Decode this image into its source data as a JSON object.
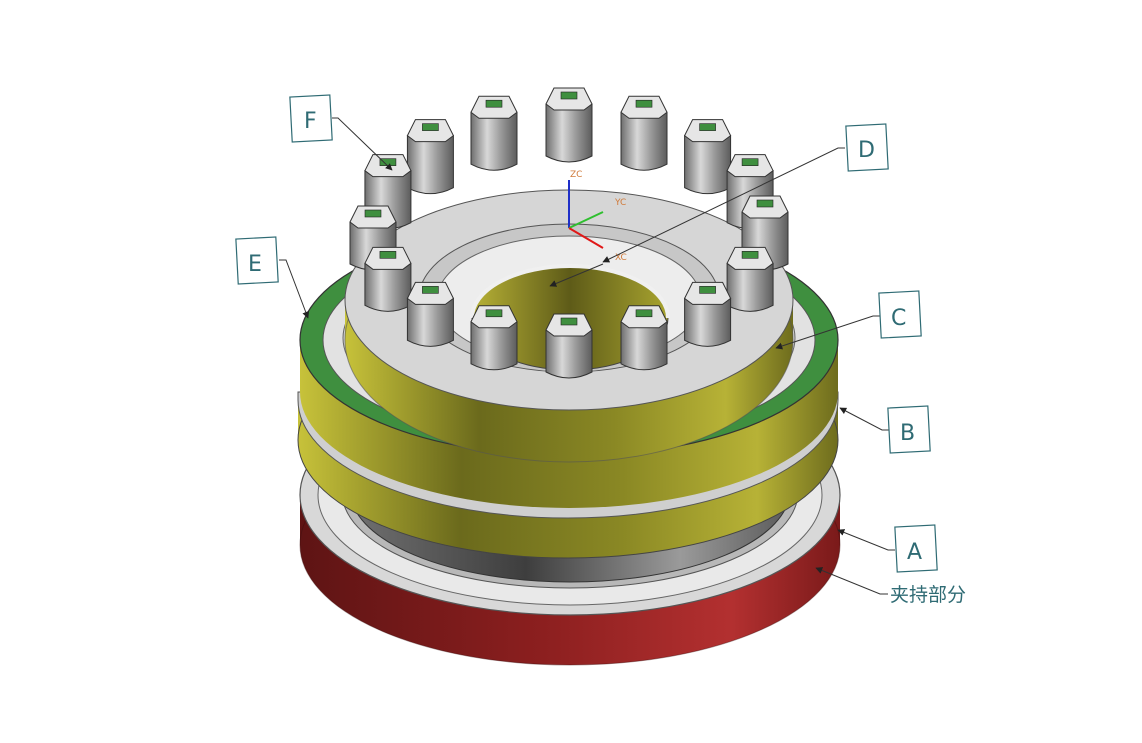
{
  "callouts": {
    "A": "A",
    "B": "B",
    "C": "C",
    "D": "D",
    "E": "E",
    "F": "F"
  },
  "clamp_label": "夹持部分",
  "axes": {
    "zc": "ZC",
    "yc": "YC",
    "xc": "XC"
  },
  "colors": {
    "clamp_red": "#a32a2a",
    "yellow_body": "#8c8a24",
    "green_band": "#3f8f3f",
    "gray_teeth": "#8a8a8a",
    "callout_border": "#2f6b74"
  }
}
